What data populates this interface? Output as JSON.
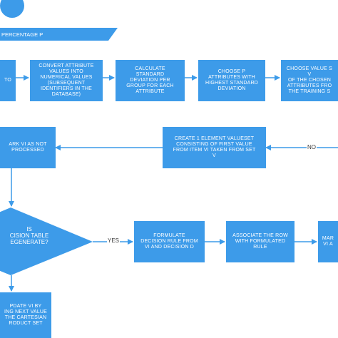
{
  "colors": {
    "node_fill": "#3d9be9",
    "connector": "#3d9be9",
    "node_text": "#ffffff",
    "label_text": "#3a3a3a",
    "background": "#ffffff"
  },
  "banner": {
    "label": "PERCENTAGE P"
  },
  "nodes": {
    "to": "TO",
    "convert": "Convert attribute\nvalues into\nnumerical values\n(subsequent\nidentifiers in the\ndatabase)",
    "calculate": "Calculate\nstandard\ndeviation per\ngroup for each\nattribute",
    "choose_p": "Choose p\nattributes with\nhighest standard\ndeviation",
    "choose_value": "Choose value s\nV\nof the chosen\nattributes fro\nthe training s",
    "create_element": "Create 1 element valueset\nconsisting of first value\nfrom item vi taken from set\nV",
    "mark": "ark vi as not\nprocessed",
    "decision": "Is\ncision Table\negenerate?",
    "formulate": "Formulate\ndecision rule from\nvi and decision d",
    "associate": "Associate the row\nwith formulated\nrule",
    "mark_right": "Mar\nvi a",
    "update": "pdate Vi by\ning next value\nthe cartesian\nroduct set"
  },
  "edges": {
    "yes_label": "YES",
    "no_label": "NO"
  }
}
